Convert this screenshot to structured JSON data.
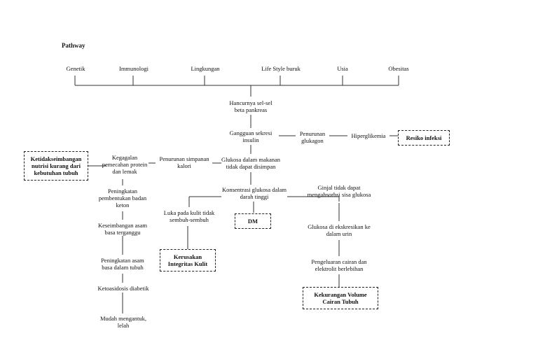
{
  "title": "Pathway",
  "factors": [
    "Genetik",
    "Immunologi",
    "Lingkungan",
    "Life Style buruk",
    "Usia",
    "Obesitas"
  ],
  "nodes": {
    "hancurnya": [
      "Hancurnya sel-sel",
      "beta pankreas"
    ],
    "gangguan": [
      "Gangguan sekresi",
      "insulin"
    ],
    "penurunan_glukagon": [
      "Penurunan",
      "glukagon"
    ],
    "hiperglikemia": "Hiperglikemia",
    "resiko_infeksi": "Resiko infeksi",
    "glukosa_makanan": [
      "Glukosa dalam makanan",
      "tidak dapat disimpan"
    ],
    "penurunan_simpanan": [
      "Penurunan simpanan",
      "kalori"
    ],
    "kegagalan": [
      "Kegagalan",
      "pemecahan protein",
      "dan lemak"
    ],
    "ketidakseimbangan": [
      "Ketidakseimbangan",
      "nutrisi kurang dari",
      "kebutuhan tubuh"
    ],
    "peningkatan_keton": [
      "Peningkatan",
      "pembentukan badan",
      "keton"
    ],
    "keseimbangan": [
      "Keseimbangan asam",
      "basa terganggu"
    ],
    "peningkatan_asam": [
      "Peningkatan asam",
      "basa dalam tubuh"
    ],
    "ketoasidosis": "Ketoasidosis diabetik",
    "mudah": [
      "Mudah mengantuk,",
      "lelah"
    ],
    "konsentrasi": [
      "Konsentrasi glukosa dalam",
      "darah tinggi"
    ],
    "luka": [
      "Luka pada kulit tidak",
      "sembuh-sembuh"
    ],
    "dm": "DM",
    "kerusakan": [
      "Kerusakan",
      "Integritas Kulit"
    ],
    "ginjal": [
      "Ginjal tidak dapat",
      "mengabsorbsi sisa glukosa"
    ],
    "glukosa_urin": [
      "Glukosa di ekskresikan ke",
      "dalam urin"
    ],
    "pengeluaran": [
      "Pengeluaran cairan dan",
      "elektrolit berlebihan"
    ],
    "kekurangan": [
      "Kekurangan Volume",
      "Cairan Tubuh"
    ]
  }
}
